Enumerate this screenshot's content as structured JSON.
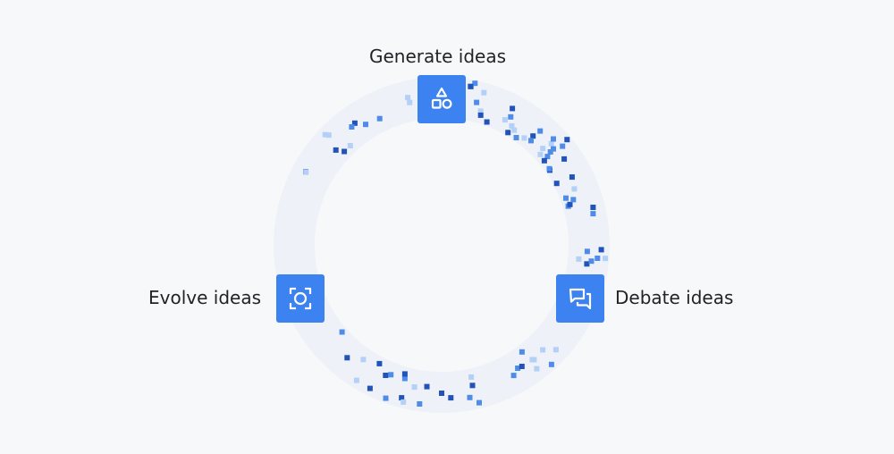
{
  "colors": {
    "background": "#f7f8fa",
    "ring": "#eef2f8",
    "node": "#3c82f0",
    "icon": "#ffffff",
    "dot_dark": "#2153b9",
    "dot_mid": "#4e8ce8",
    "dot_light": "#b4d0f6",
    "label": "#1f2227"
  },
  "steps": [
    {
      "id": "generate",
      "label": "Generate ideas",
      "icon": "shapes-icon"
    },
    {
      "id": "debate",
      "label": "Debate ideas",
      "icon": "chat-bubbles-icon"
    },
    {
      "id": "evolve",
      "label": "Evolve ideas",
      "icon": "focus-frame-icon"
    }
  ],
  "flow_direction": "clockwise"
}
